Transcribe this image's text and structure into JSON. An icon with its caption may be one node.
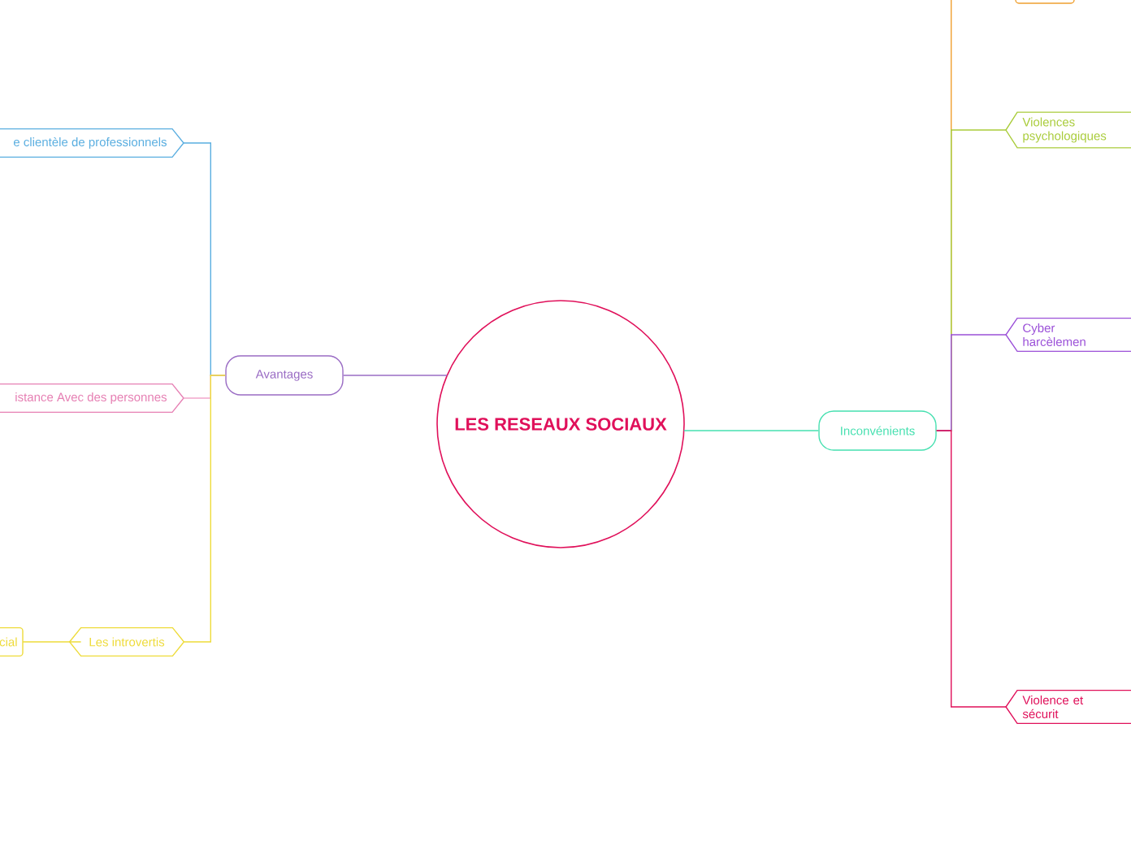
{
  "diagram": {
    "nodes": [
      {
        "text": [
          "LES RESEAUX SOCIAUX"
        ]
      },
      {
        "text": [
          "Avantages"
        ]
      },
      {
        "text": [
          "e clientèle de professionnels"
        ]
      },
      {
        "text": [
          "istance Avec des personnes"
        ]
      },
      {
        "text": [
          "Les introvertis"
        ]
      },
      {
        "text": [
          "cial"
        ]
      },
      {
        "text": [
          "Inconvénients"
        ]
      },
      {
        "text": [],
        "shape": "box"
      },
      {
        "text": [
          "Violences psychologiques"
        ]
      },
      {
        "text": [
          "Cyber harcèlemen"
        ]
      },
      {
        "text": [
          "Violence et sécurit"
        ]
      }
    ],
    "edges": [
      {
        "from": 0,
        "to": 1,
        "arrow": "none",
        "color": "#9a6cc4"
      },
      {
        "from": 1,
        "to": 2,
        "arrow": "none",
        "color": "#5aaee0"
      },
      {
        "from": 1,
        "to": 3,
        "arrow": "none",
        "color": "#f2a6cc"
      },
      {
        "from": 1,
        "to": 4,
        "arrow": "none",
        "color": "#eedb3a"
      },
      {
        "from": 4,
        "to": 5,
        "arrow": "none",
        "color": "#eedb3a"
      },
      {
        "from": 0,
        "to": 6,
        "arrow": "none",
        "color": "#46e0b0"
      },
      {
        "from": 6,
        "to": 7,
        "arrow": "none",
        "color": "#f0a030"
      },
      {
        "from": 6,
        "to": 8,
        "arrow": "none",
        "color": "#a9cc3a"
      },
      {
        "from": 6,
        "to": 9,
        "arrow": "none",
        "color": "#9b50d8"
      },
      {
        "from": 6,
        "to": 10,
        "arrow": "none",
        "color": "#e0105a"
      }
    ]
  }
}
